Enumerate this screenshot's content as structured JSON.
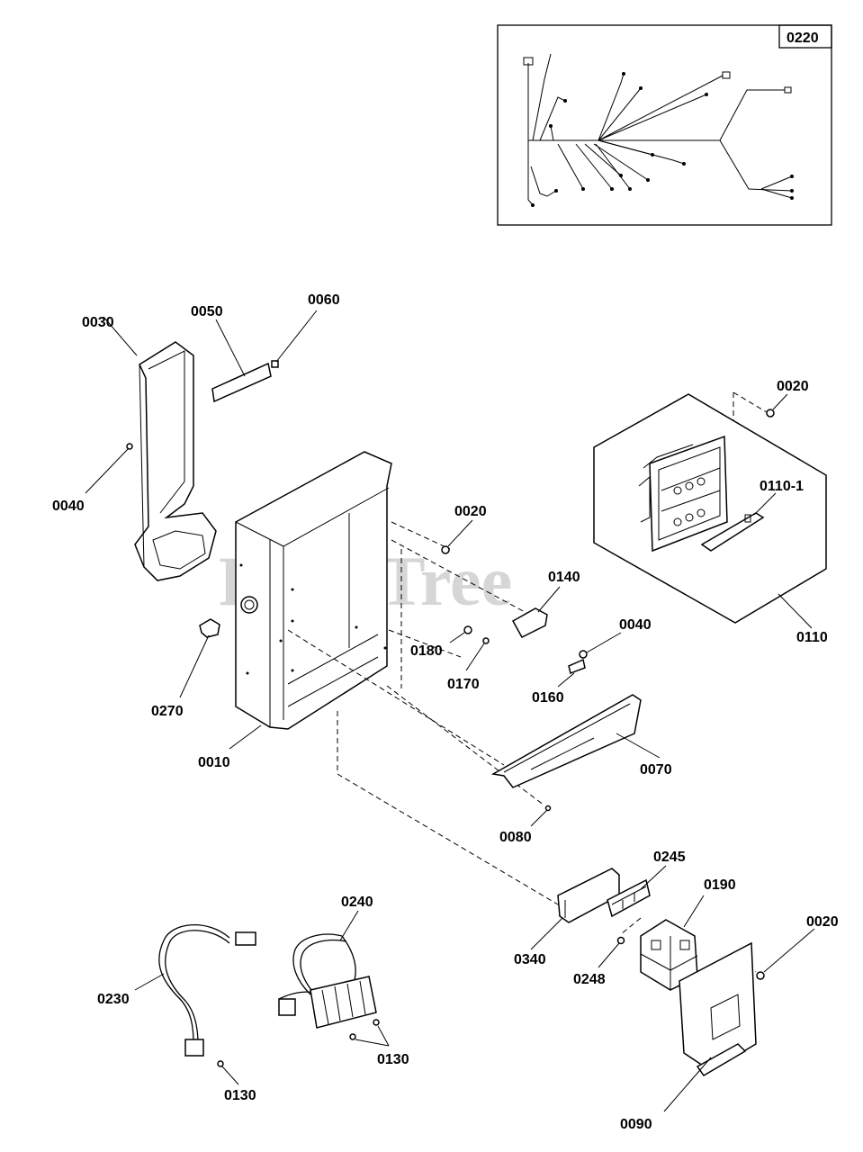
{
  "watermark": "PartsTree",
  "trademark": "TM",
  "callouts": {
    "c0220": "0220",
    "c0030": "0030",
    "c0050": "0050",
    "c0060": "0060",
    "c0040_top": "0040",
    "c0020_top": "0020",
    "c0110_1": "0110-1",
    "c0020_mid": "0020",
    "c0140": "0140",
    "c0180": "0180",
    "c0040_mid": "0040",
    "c0170": "0170",
    "c0160": "0160",
    "c0110": "0110",
    "c0270": "0270",
    "c0010": "0010",
    "c0070": "0070",
    "c0080": "0080",
    "c0245": "0245",
    "c0240": "0240",
    "c0190": "0190",
    "c0020_bot": "0020",
    "c0340": "0340",
    "c0248": "0248",
    "c0230": "0230",
    "c0130_right": "0130",
    "c0130_left": "0130",
    "c0090": "0090"
  }
}
